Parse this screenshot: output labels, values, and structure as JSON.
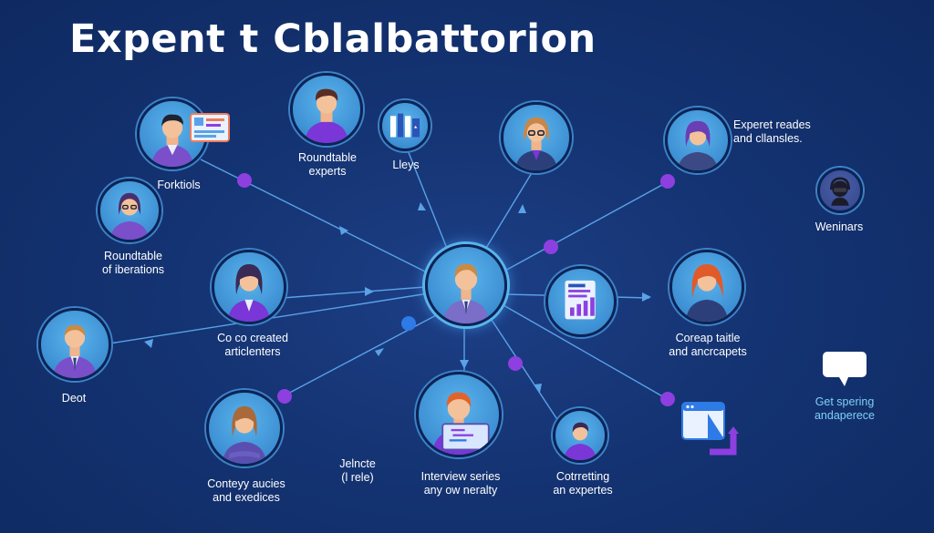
{
  "title": "Expent t Cblalbattorion",
  "labels": {
    "forktiols": "Forktiols",
    "roundtable_top": [
      "Roundtable",
      "experts"
    ],
    "lleys": "Lleys",
    "expert_reades": [
      "Experet reades",
      "and cllansles."
    ],
    "weninars": "Weninars",
    "roundtable_left": [
      "Roundtable",
      "of iberations"
    ],
    "co_created": [
      "Co co created",
      "articlenters"
    ],
    "deot": "Deot",
    "corecap": [
      "Coreap taitle",
      "and ancrcapets"
    ],
    "get_spering": [
      "Get spering",
      "andaperece"
    ],
    "contey": [
      "Conteyy aucies",
      "and exedices"
    ],
    "jelncte": [
      "Jelncte",
      "(l rele)"
    ],
    "interview": [
      "Interview series",
      "any ow neralty"
    ],
    "cotrretting": [
      "Cotrretting",
      "an expertes"
    ]
  },
  "colors": {
    "background": "#143372",
    "accent_purple": "#8e3fe0",
    "accent_blue": "#2e7ae6",
    "node_fill": "#4a9ee0",
    "link": "#5aa2e8",
    "caption_cyan": "#7fd0f5"
  },
  "icons": {
    "center": "person-icon",
    "document": "bar-chart-document-icon",
    "books": "books-icon",
    "chat": "speech-bubble-icon",
    "window": "browser-window-icon",
    "webinar": "headset-avatar-icon"
  }
}
